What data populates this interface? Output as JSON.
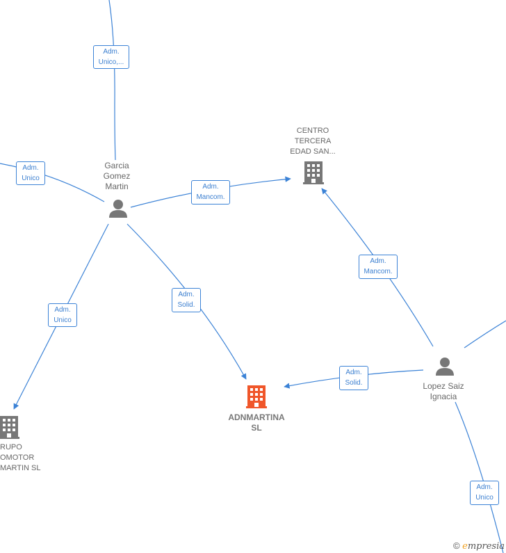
{
  "nodes": {
    "garcia": {
      "lines": [
        "Garcia",
        "Gomez",
        "Martin"
      ],
      "type": "person"
    },
    "centro": {
      "lines": [
        "CENTRO",
        "TERCERA",
        "EDAD SAN..."
      ],
      "type": "company"
    },
    "adnmartina": {
      "lines": [
        "ADNMARTINA",
        "SL"
      ],
      "type": "company-main"
    },
    "lopez": {
      "lines": [
        "Lopez Saiz",
        "Ignacia"
      ],
      "type": "person"
    },
    "grupo": {
      "lines": [
        "RUPO",
        "OMOTOR",
        "MARTIN SL"
      ],
      "type": "company"
    }
  },
  "edges": [
    {
      "label": [
        "Adm.",
        "Unico,..."
      ]
    },
    {
      "label": [
        "Adm.",
        "Unico"
      ]
    },
    {
      "label": [
        "Adm.",
        "Mancom."
      ]
    },
    {
      "label": [
        "Adm.",
        "Unico"
      ]
    },
    {
      "label": [
        "Adm.",
        "Solid."
      ]
    },
    {
      "label": [
        "Adm.",
        "Mancom."
      ]
    },
    {
      "label": [
        "Adm.",
        "Solid."
      ]
    },
    {
      "label": [
        "Adm.",
        "Unico"
      ]
    }
  ],
  "colors": {
    "edge": "#3b82d6",
    "node_icon": "#777777",
    "main_icon": "#f0562a"
  },
  "watermark": {
    "symbol": "©",
    "brand_initial": "e",
    "brand_rest": "mpresia"
  }
}
